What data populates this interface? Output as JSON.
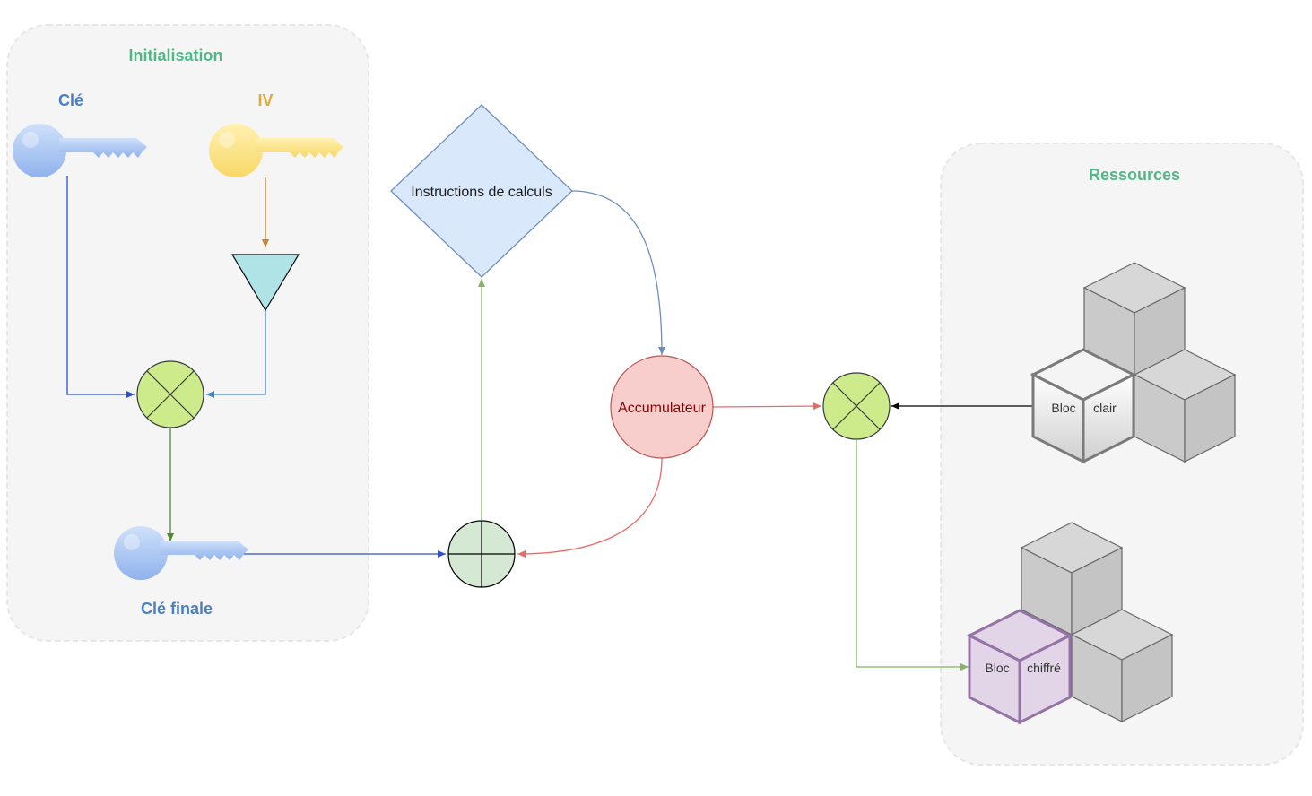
{
  "groups": {
    "initialisation": {
      "title": "Initialisation"
    },
    "ressources": {
      "title": "Ressources"
    }
  },
  "keys": {
    "cle": {
      "label": "Clé"
    },
    "iv": {
      "label": "IV"
    },
    "cle_finale": {
      "label": "Clé finale"
    }
  },
  "nodes": {
    "instructions": {
      "label": "Instructions de calculs"
    },
    "accumulateur": {
      "label": "Accumulateur"
    }
  },
  "blocks": {
    "clair": {
      "word1": "Bloc",
      "word2": "clair"
    },
    "chiffre": {
      "word1": "Bloc",
      "word2": "chiffré"
    }
  },
  "colors": {
    "green_title": "#52b788",
    "blue_label": "#4a7fc1",
    "gold_label": "#e0a93a",
    "xor_fill": "#cdeb8b",
    "plus_fill": "#d5e8d4",
    "diamond_fill": "#dae8fc",
    "accum_fill": "#f8cecc",
    "triangle_fill": "#b0e3e6",
    "block_plain": "#e8e8e8",
    "block_cipher": "#e1d5e7"
  }
}
